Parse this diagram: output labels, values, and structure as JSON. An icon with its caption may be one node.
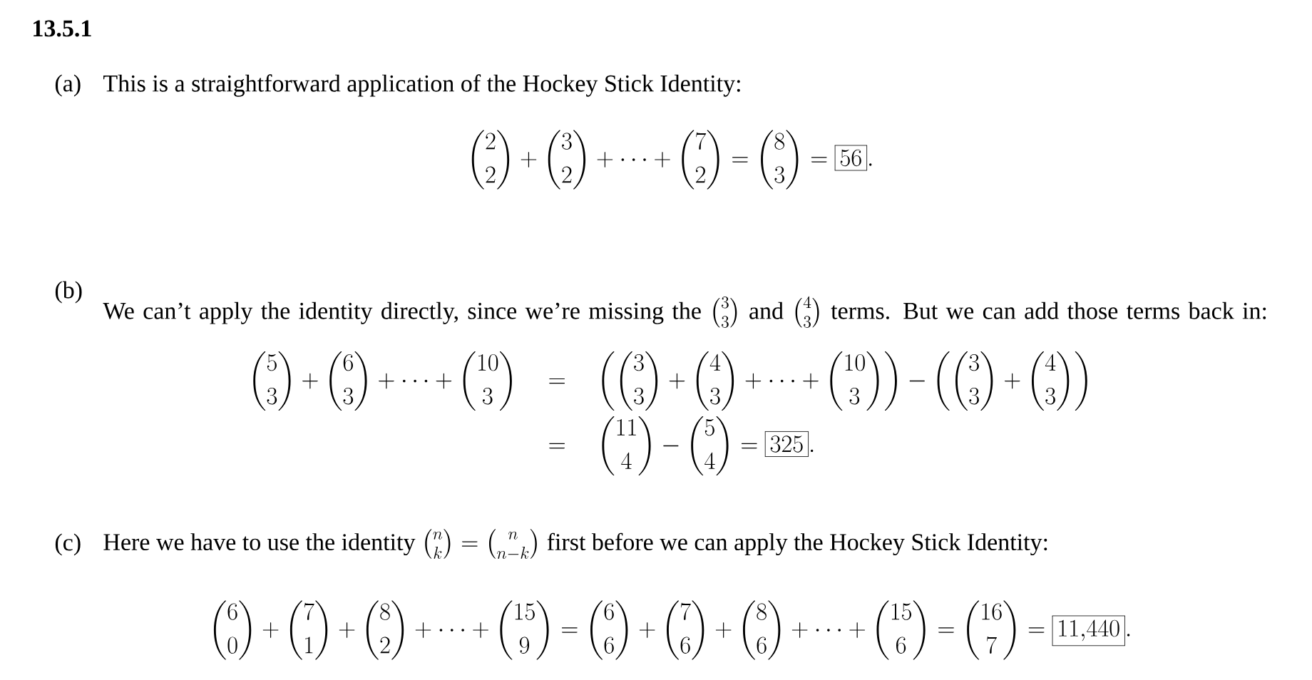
{
  "diagram": {
    "labels": [
      "13.5.1",
      "(a)",
      "This is a straightforward application of the Hockey Stick Identity:",
      "\\binom{2}{2}+\\binom{3}{2}+\\cdots+\\binom{7}{2}=\\binom{8}{3}=\\fbox{$56$}.",
      "(b)",
      "We can’t apply the identity directly, since we’re missing the",
      "\\tbinom{3}{3}",
      "and",
      "\\tbinom{4}{3}",
      "terms. But we can add those terms back in:",
      "\\begin{aligned}\\binom{5}{3}+\\binom{6}{3}+\\cdots+\\binom{10}{3}\\quad&=\\quad\\biggl(\\binom{3}{3}+\\binom{4}{3}+\\cdots+\\binom{10}{3}\\biggr)-\\biggl(\\binom{3}{3}+\\binom{4}{3}\\biggr)\\\\&=\\quad\\binom{11}{4}-\\binom{5}{4}=\\fbox{$325$}.\\end{aligned}",
      "(c)",
      "Here we have to use the identity",
      "\\tbinom{n}{k}=\\tbinom{n}{n-k}",
      "first before we can apply the Hockey Stick Identity:",
      "\\binom{6}{0}+\\binom{7}{1}+\\binom{8}{2}+\\cdots+\\binom{15}{9}=\\binom{6}{6}+\\binom{7}{6}+\\binom{8}{6}+\\cdots+\\binom{15}{6}=\\binom{16}{7}=\\fbox{$11{,}440$}."
    ]
  }
}
